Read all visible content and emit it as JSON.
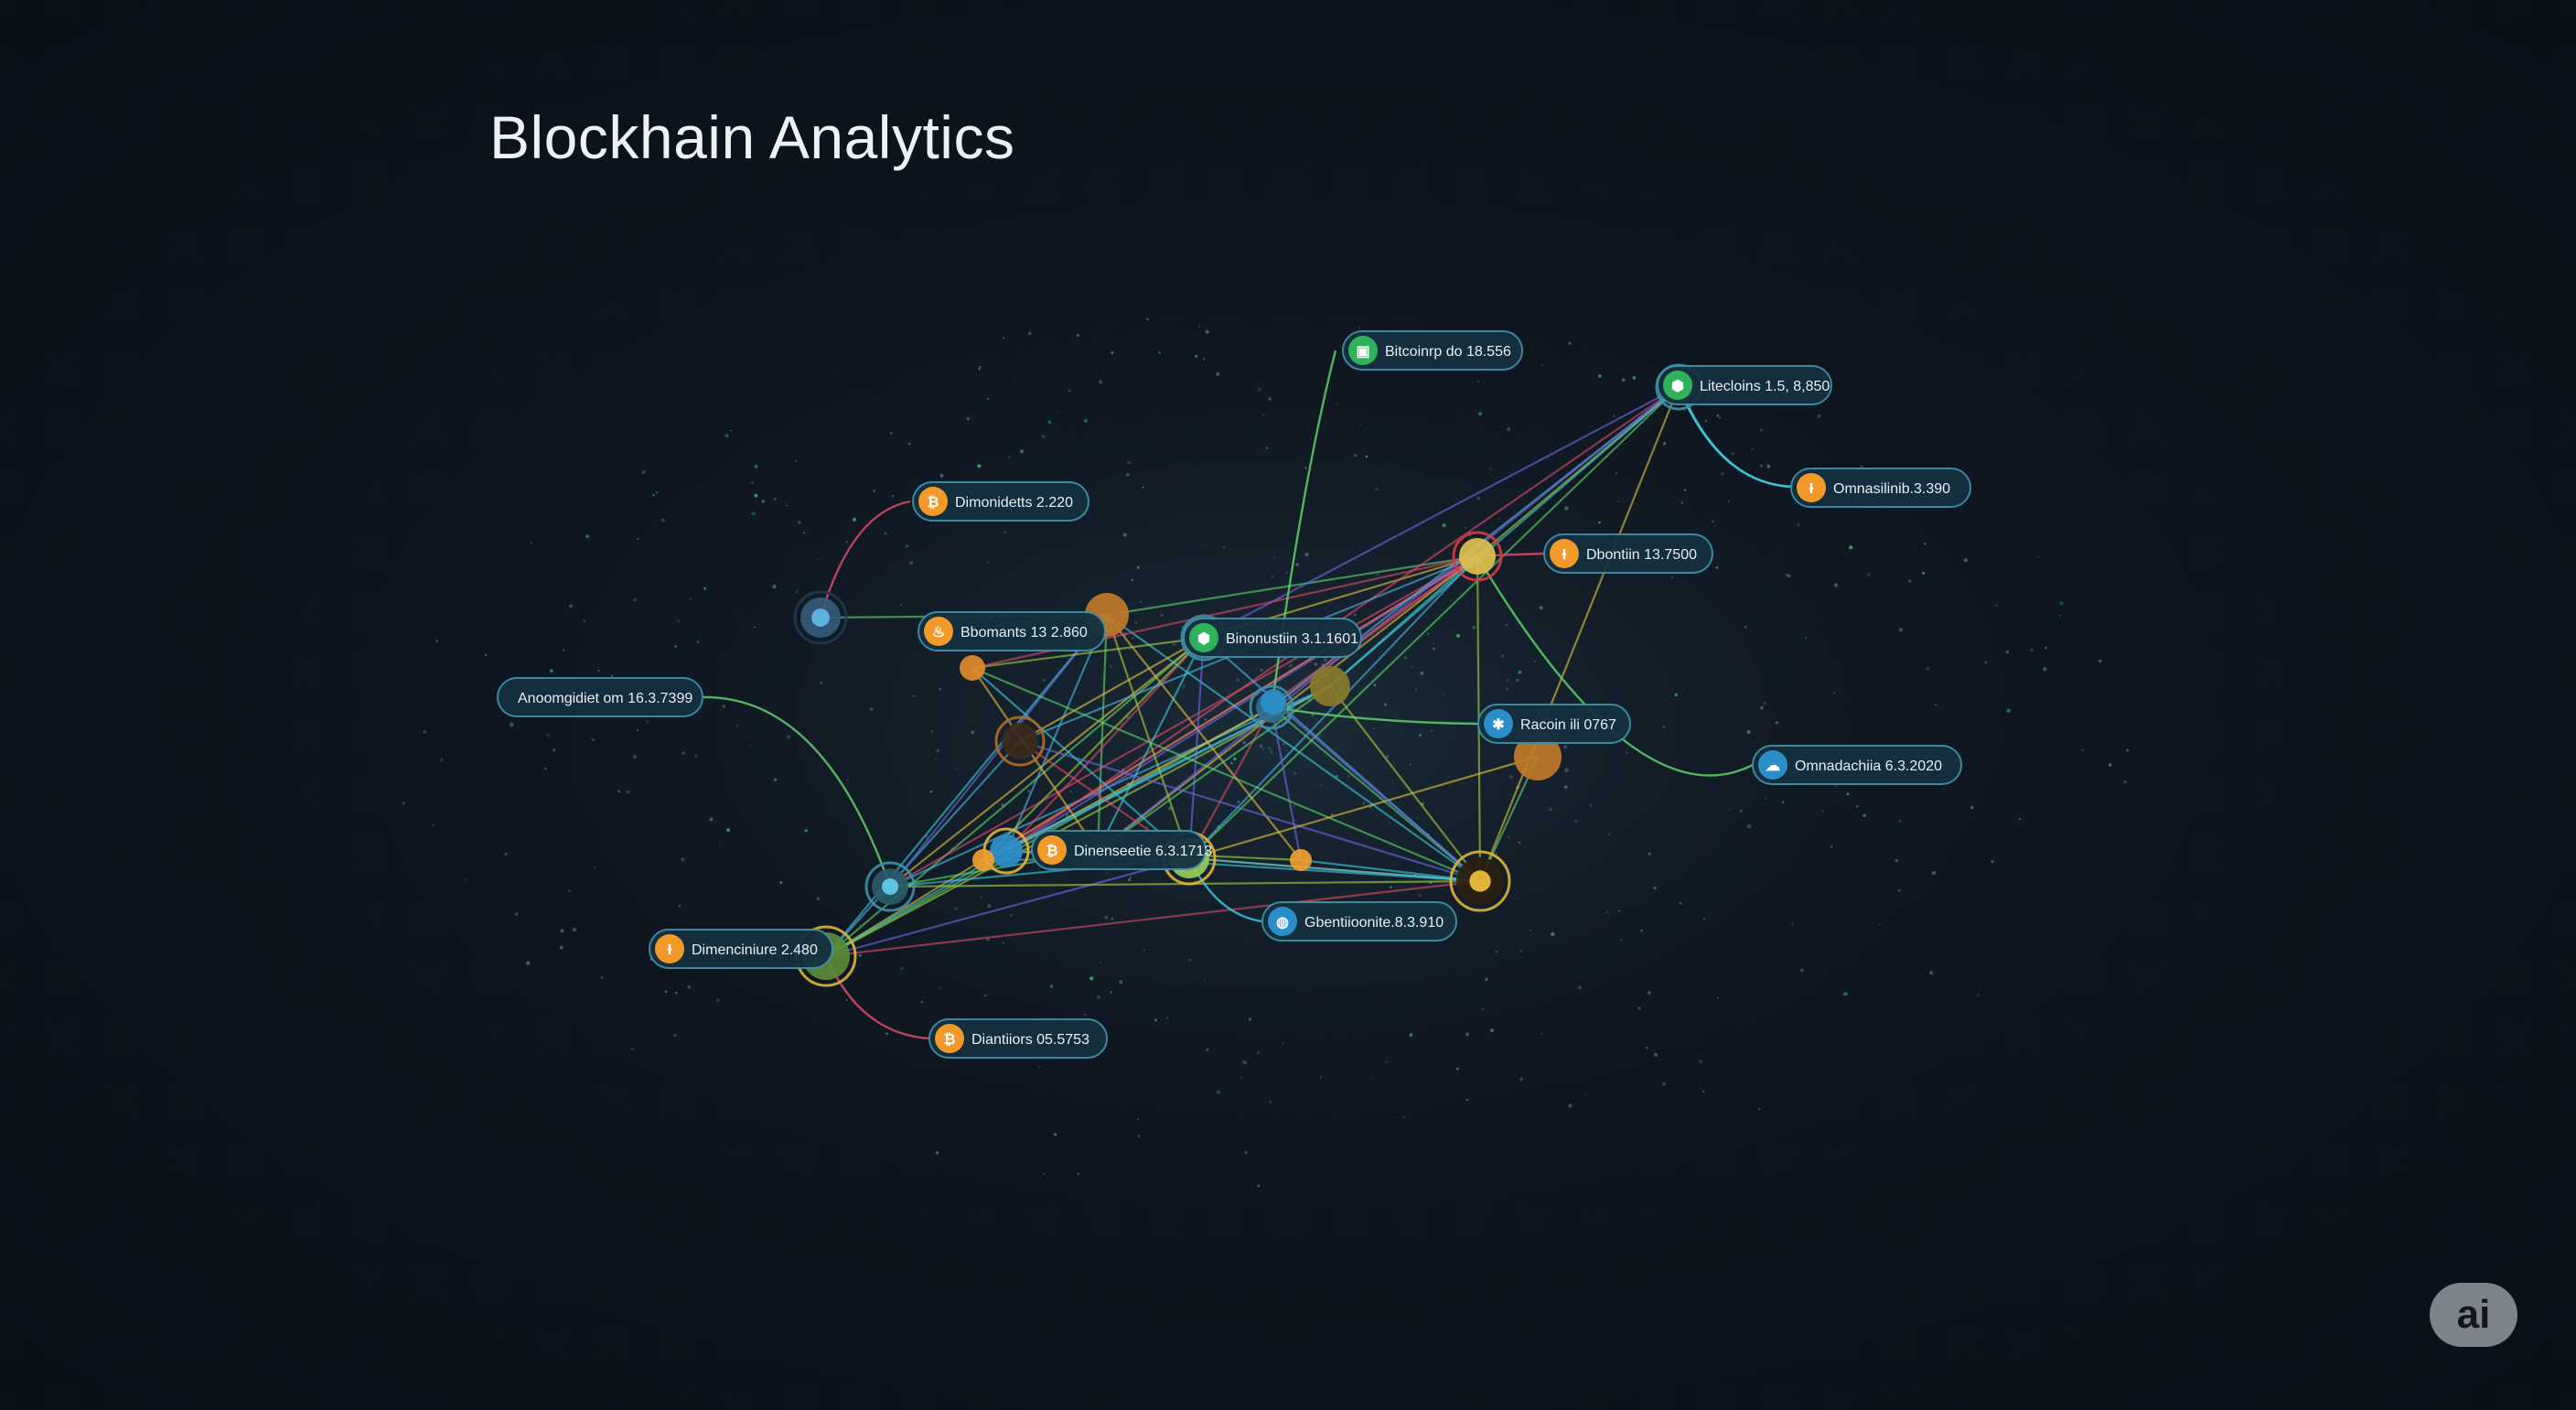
{
  "page": {
    "title": "Blockhain Analytics"
  },
  "badge": {
    "label": "ai"
  },
  "colors": {
    "background": "#0d141d",
    "pill_fill": "#15303f",
    "pill_border": "#3f8fa5",
    "orange": "#f19a2a",
    "green": "#2fb35a",
    "blue": "#2a8fc9",
    "red": "#d63a44",
    "yellow": "#e0b43a"
  },
  "labels": [
    {
      "id": "L1",
      "text": "Bitcoinrp do 18.556",
      "icon": "wallet-icon",
      "color": "green"
    },
    {
      "id": "L2",
      "text": "Litecloins 1.5, 8,850",
      "icon": "shield-icon",
      "color": "green"
    },
    {
      "id": "L3",
      "text": "Dimonidetts 2.220",
      "icon": "bitcoin-icon",
      "color": "orange"
    },
    {
      "id": "L4",
      "text": "Omnasilinib.3.390",
      "icon": "token-icon",
      "color": "orange"
    },
    {
      "id": "L5",
      "text": "Dbontiin 13.7500",
      "icon": "token-icon",
      "color": "orange"
    },
    {
      "id": "L6",
      "text": "Bbomants 13 2.860",
      "icon": "flame-icon",
      "color": "orange"
    },
    {
      "id": "L7",
      "text": "Binonustiin 3.1.1601",
      "icon": "shield-icon",
      "color": "green"
    },
    {
      "id": "L8",
      "text": "Anoomgidiet om 16.3.7399",
      "icon": "",
      "color": "none"
    },
    {
      "id": "L9",
      "text": "Racoin ili 0767",
      "icon": "gear-icon",
      "color": "blue"
    },
    {
      "id": "L10",
      "text": "Omnadachiia 6.3.2020",
      "icon": "cloud-icon",
      "color": "blue"
    },
    {
      "id": "L11",
      "text": "Dinenseetie 6.3.1713",
      "icon": "bitcoin-icon",
      "color": "orange"
    },
    {
      "id": "L12",
      "text": "Dimenciniure 2.480",
      "icon": "token-icon",
      "color": "orange"
    },
    {
      "id": "L13",
      "text": "Gbentiioonite.8.3.910",
      "icon": "chat-icon",
      "color": "blue"
    },
    {
      "id": "L14",
      "text": "Diantiiors 05.5753",
      "icon": "bitcoin-icon",
      "color": "orange"
    }
  ]
}
